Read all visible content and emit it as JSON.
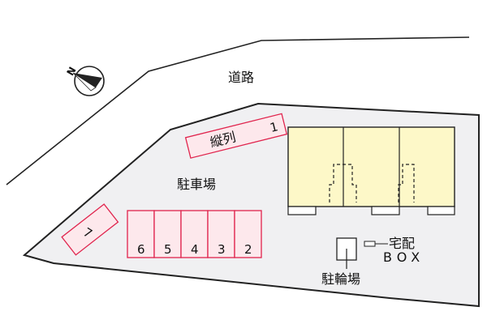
{
  "map": {
    "road_label": "道路",
    "parking_label": "駐車場",
    "bicycle_parking_label": "駐輪場",
    "delivery_box_label_line1": "宅配",
    "delivery_box_label_line2": "BOX",
    "compass_letter": "N",
    "parking_spaces": [
      {
        "number": "1",
        "note": "縦列"
      },
      {
        "number": "2"
      },
      {
        "number": "3"
      },
      {
        "number": "4"
      },
      {
        "number": "5"
      },
      {
        "number": "6"
      },
      {
        "number": "7"
      }
    ],
    "colors": {
      "parking_fill": "#fde8ec",
      "parking_stroke": "#e0244d",
      "building_fill": "#fdf8c8",
      "lot_fill": "#f0f0f2",
      "outline": "#222222"
    }
  }
}
